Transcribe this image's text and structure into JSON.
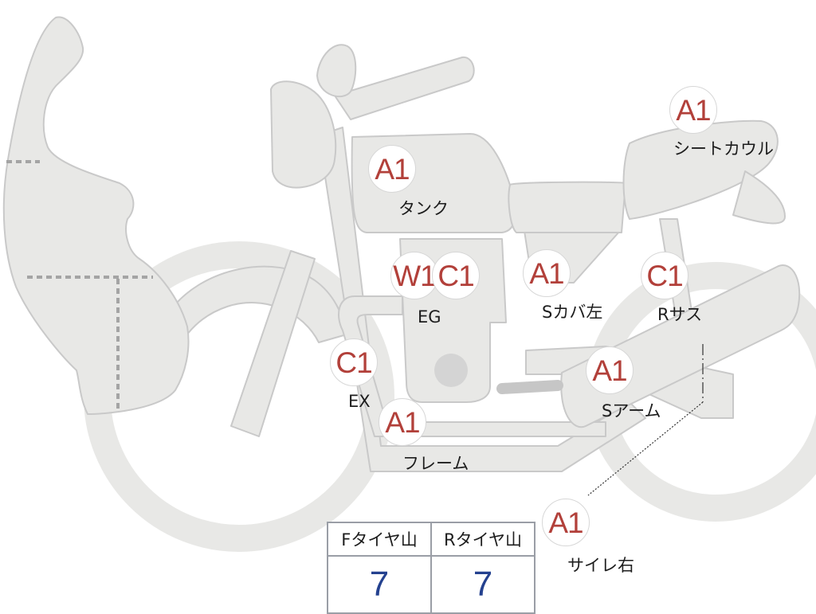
{
  "parts": [
    {
      "id": "tank",
      "grade": "A1",
      "label": "タンク"
    },
    {
      "id": "seat-cowl",
      "grade": "A1",
      "label": "シートカウル"
    },
    {
      "id": "eg",
      "grades": [
        "W1",
        "C1"
      ],
      "label": "EG"
    },
    {
      "id": "side-cover-left",
      "grade": "A1",
      "label": "Sカバ左"
    },
    {
      "id": "rear-suspension",
      "grade": "C1",
      "label": "Rサス"
    },
    {
      "id": "exhaust",
      "grade": "C1",
      "label": "EX"
    },
    {
      "id": "swingarm",
      "grade": "A1",
      "label": "Sアーム"
    },
    {
      "id": "frame",
      "grade": "A1",
      "label": "フレーム"
    },
    {
      "id": "silencer-right",
      "grade": "A1",
      "label": "サイレ右"
    }
  ],
  "tires": {
    "front_label": "Fタイヤ山",
    "rear_label": "Rタイヤ山",
    "front_value": "7",
    "rear_value": "7"
  },
  "colors": {
    "body": "#e8e8e6",
    "outline": "#c9c9c9",
    "grade_text": "#b2403a",
    "tire_value": "#24418f"
  }
}
